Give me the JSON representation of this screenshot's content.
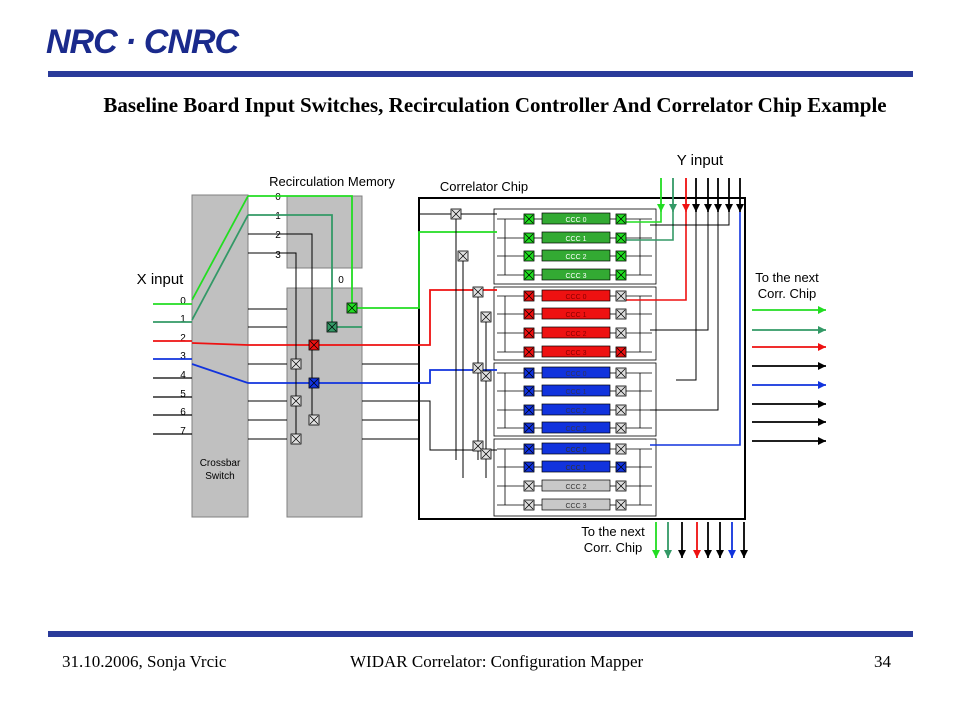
{
  "header": {
    "logo": "NRC · CNRC",
    "title": "Baseline Board Input Switches, Recirculation Controller And Correlator Chip Example"
  },
  "diagram": {
    "y_input": "Y input",
    "x_input": "X input",
    "recirc_memory": "Recirculation Memory",
    "correlator_chip": "Correlator Chip",
    "next_right": [
      "To the next",
      "Corr. Chip"
    ],
    "next_bottom": [
      "To the next",
      "Corr. Chip"
    ],
    "crossbar": [
      "Crossbar",
      "Switch"
    ],
    "x_labels": [
      "0",
      "1",
      "2",
      "3",
      "4",
      "5",
      "6",
      "7"
    ],
    "mem_labels": [
      "0",
      "1",
      "2",
      "3"
    ],
    "mem_port": "0",
    "ccc_labels": [
      "CCC 0",
      "CCC 1",
      "CCC 2",
      "CCC 3"
    ],
    "colors": {
      "green": "#22dd22",
      "teal": "#339966",
      "red": "#ee1111",
      "blue": "#1133dd",
      "gray": "#c0c0c0",
      "ccc_green": "#33aa33",
      "ccc_red": "#ee1111",
      "ccc_blue": "#1133dd",
      "ccc_gray": "#c8c8c8"
    }
  },
  "footer": {
    "left": "31.10.2006, Sonja Vrcic",
    "center": "WIDAR Correlator: Configuration Mapper",
    "page": "34"
  }
}
